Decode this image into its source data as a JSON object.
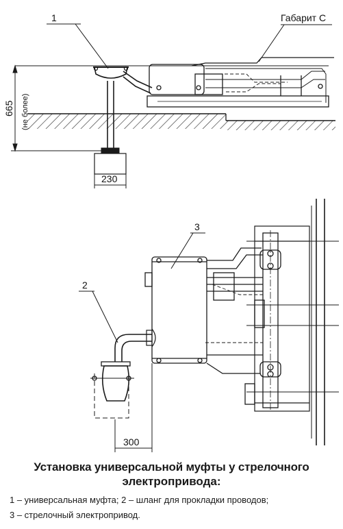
{
  "top_view": {
    "callout_1": "1",
    "gabarit_label": "Габарит С",
    "dim_height": "665",
    "dim_height_note": "(не более)",
    "dim_width": "230"
  },
  "bottom_view": {
    "callout_2": "2",
    "callout_3": "3",
    "dim_width": "300"
  },
  "caption": {
    "title_line1": "Установка универсальной муфты у стрелочного",
    "title_line2": "электропривода:",
    "legend_line1": "1 – универсальная муфта;   2 – шланг для прокладки проводов;",
    "legend_line2": "3 – стрелочный электропривод."
  }
}
